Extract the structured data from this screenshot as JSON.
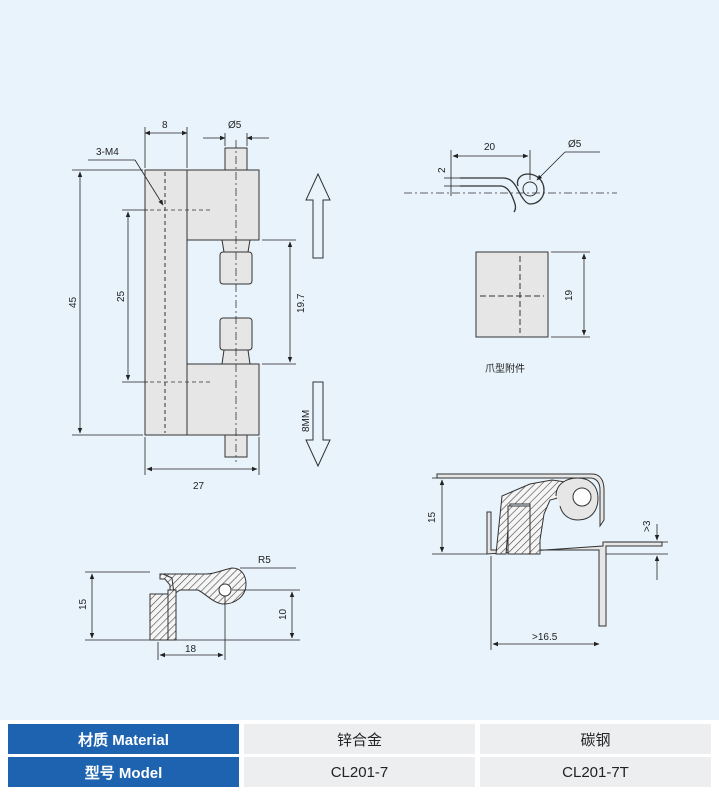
{
  "drawing": {
    "front_view": {
      "dim_width_top": "8",
      "dim_pin_dia": "Ø5",
      "label_thread": "3-M4",
      "dim_height_total": "45",
      "dim_hole_spacing": "25",
      "dim_gap": "19.7",
      "dim_width_total": "27",
      "note_travel": "8MM"
    },
    "clip_side_view": {
      "dim_length": "20",
      "dim_thickness": "2",
      "dim_dia": "Ø5"
    },
    "clip_front_view": {
      "dim_height": "19",
      "caption": "爪型附件"
    },
    "section_view": {
      "dim_radius": "R5",
      "dim_height": "15",
      "dim_width": "18",
      "dim_pivot": "10"
    },
    "install_view": {
      "dim_height": "15",
      "dim_gap": ">3",
      "dim_reach": ">16.5"
    }
  },
  "table": {
    "material_label": "材质 Material",
    "model_label": "型号 Model",
    "material_zinc": "锌合金",
    "material_carbon": "碳钢",
    "model_zinc": "CL201-7",
    "model_carbon": "CL201-7T"
  }
}
